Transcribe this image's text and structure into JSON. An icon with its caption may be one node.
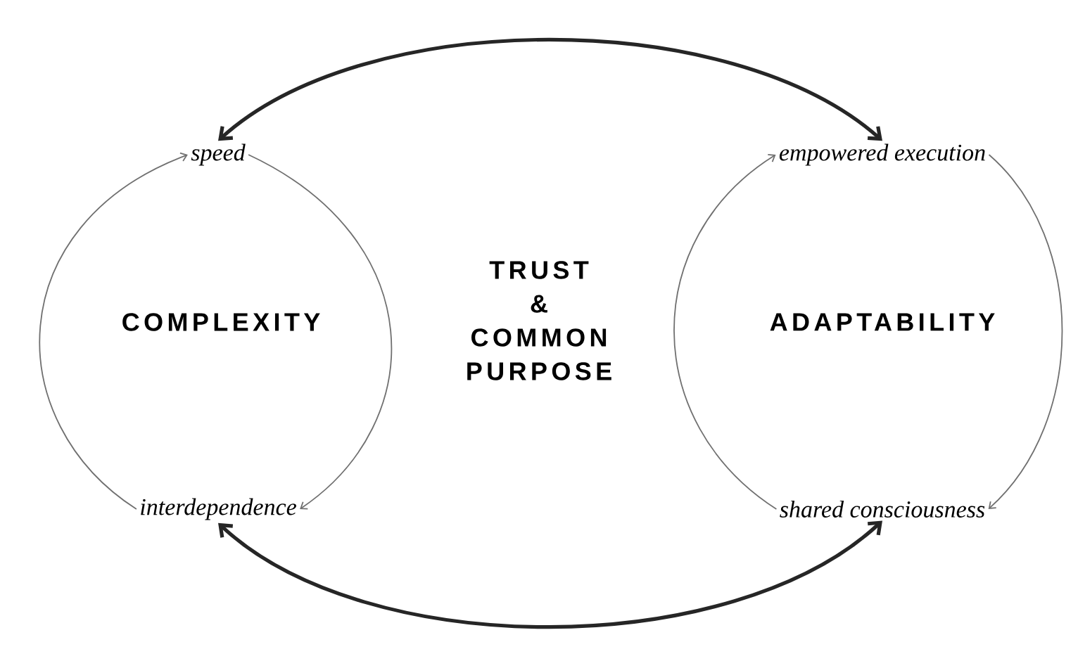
{
  "diagram": {
    "nodes": [
      {
        "text": [
          "COMPLEXITY"
        ]
      },
      {
        "text": [
          "speed"
        ]
      },
      {
        "text": [
          "interdependence"
        ]
      },
      {
        "text": [
          "TRUST & COMMON PURPOSE"
        ]
      },
      {
        "text": [
          "ADAPTABILITY"
        ]
      },
      {
        "text": [
          "empowered execution"
        ]
      },
      {
        "text": [
          "shared consciousness"
        ]
      }
    ],
    "edges": [
      {
        "from": 1,
        "to": 5,
        "arrow": "both",
        "style": "thick",
        "color": "#262626"
      },
      {
        "from": 2,
        "to": 1,
        "arrow": "to"
      },
      {
        "from": 1,
        "to": 2,
        "arrow": "to"
      },
      {
        "from": 6,
        "to": 5,
        "arrow": "to"
      },
      {
        "from": 5,
        "to": 6,
        "arrow": "to"
      },
      {
        "from": 2,
        "to": 6,
        "arrow": "both",
        "style": "thick",
        "color": "#262626"
      }
    ]
  }
}
